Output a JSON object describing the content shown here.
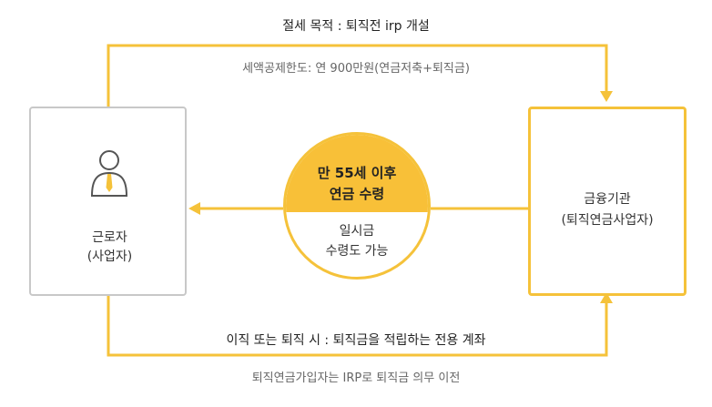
{
  "title_top": "절세 목적 : 퇴직전 irp 개설",
  "deduction_label": "세액공제한도: 연 900만원(연금저축+퇴직금)",
  "worker": {
    "title": "근로자",
    "subtitle": "(사업자)"
  },
  "financial": {
    "title": "금융기관",
    "subtitle": "(퇴직연금사업자)"
  },
  "circle": {
    "line1": "만 55세 이후",
    "line2": "연금 수령",
    "line3": "일시금",
    "line4": "수령도 가능"
  },
  "bottom_label": "이직 또는 퇴직 시 : 퇴직금을 적립하는 전용 계좌",
  "footnote": "퇴직연금가입자는 IRP로 퇴직금 의무 이전",
  "colors": {
    "accent": "#f5c23a",
    "circle_fill": "#f8c038",
    "box_border": "#c8c8c8"
  }
}
